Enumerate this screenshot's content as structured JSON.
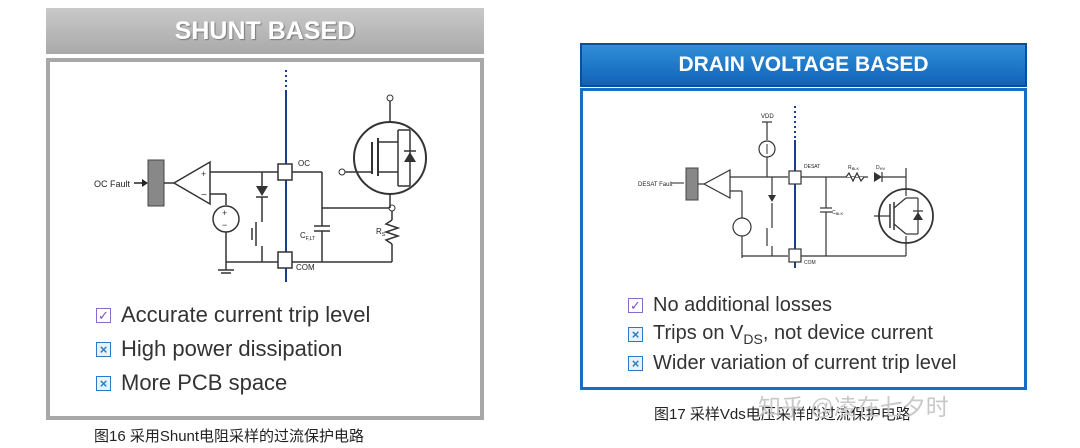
{
  "left": {
    "title": "SHUNT BASED",
    "labels": {
      "oc_fault": "OC Fault",
      "oc": "OC",
      "com": "COM",
      "cf": "C",
      "cf_sub": "F,LT",
      "rs": "R",
      "rs_sub": "S"
    },
    "bullets": [
      {
        "icon": "checkbox-checked-icon",
        "text": "Accurate current trip level"
      },
      {
        "icon": "checkbox-cross-icon",
        "text": "High power dissipation"
      },
      {
        "icon": "checkbox-cross-icon",
        "text": "More PCB space"
      }
    ],
    "caption": "图16 采用Shunt电阻采样的过流保护电路"
  },
  "right": {
    "title": "DRAIN VOLTAGE BASED",
    "labels": {
      "desat_fault": "DESAT Fault",
      "vdd": "VDD",
      "desat": "DESAT",
      "com": "COM",
      "rblk": "R",
      "rblk_sub": "BLK",
      "dhv": "D",
      "dhv_sub": "HV",
      "cblk": "C",
      "cblk_sub": "BLK"
    },
    "bullets": [
      {
        "icon": "checkbox-checked-icon",
        "text": "No additional losses"
      },
      {
        "icon": "checkbox-cross-icon",
        "pre": "Trips on V",
        "sub": "DS",
        "post": ", not device current"
      },
      {
        "icon": "checkbox-cross-icon",
        "text": "Wider variation of current trip level"
      }
    ],
    "caption": "图17 采样Vds电压采样的过流保护电路"
  },
  "watermark": "知乎 @凌在七夕时",
  "colors": {
    "left_header": "#b5b5b5",
    "right_header": "#1a6dc1",
    "dashed_line": "#1a3f8a"
  }
}
